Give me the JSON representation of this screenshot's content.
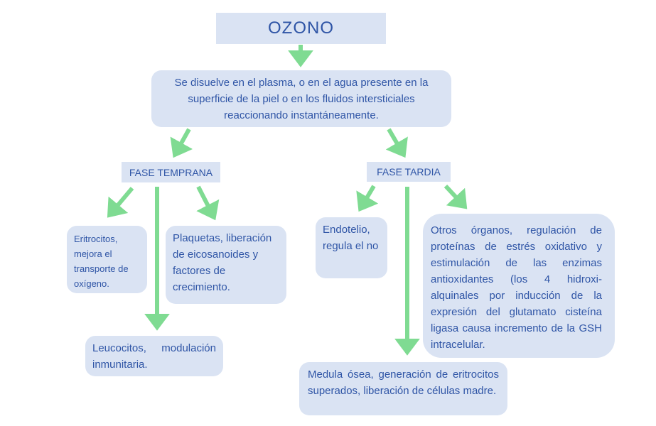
{
  "diagram": {
    "title": "OZONO",
    "root_text": "Se disuelve en el plasma, o en el agua presente en la superficie de la piel o en los fluidos intersticiales reaccionando instantáneamente.",
    "phase_early": "FASE TEMPRANA",
    "phase_late": "FASE TARDIA",
    "early_items": {
      "eritrocitos": "Eritrocitos, mejora el transporte de oxígeno.",
      "plaquetas": "Plaquetas, liberación de eicosanoides y factores de crecimiento.",
      "leucocitos": "Leucocitos, modulación inmunitaria."
    },
    "late_items": {
      "endotelio": "Endotelio, regula el no",
      "otros": "Otros órganos, regulación de proteínas de estrés oxidativo y estimulación de las enzimas antioxidantes (los 4 hidroxi-alquinales por inducción de la expresión del glutamato cisteína ligasa causa incremento de la GSH intracelular.",
      "medula": "Medula ósea, generación de eritrocitos superados, liberación de células madre."
    },
    "colors": {
      "box_fill": "#dae3f3",
      "text": "#2f55a6",
      "arrow": "#7fdb92"
    }
  }
}
